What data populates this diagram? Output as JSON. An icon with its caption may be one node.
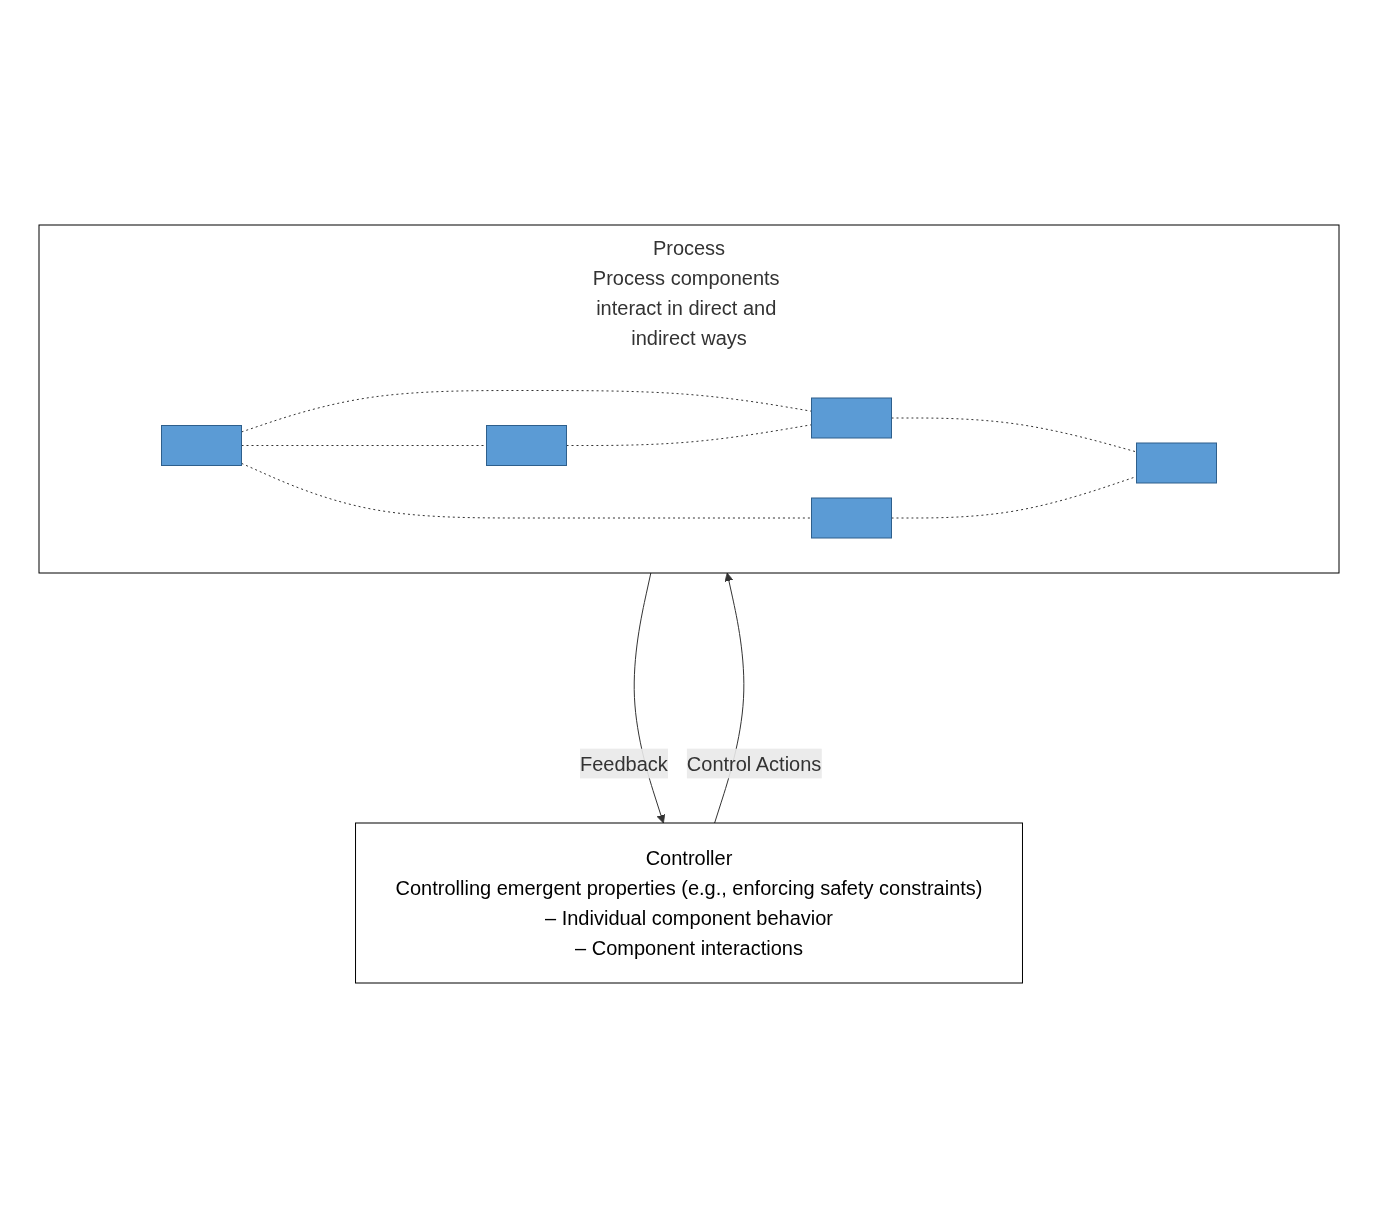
{
  "diagram": {
    "nodes": [
      {
        "text": [
          "Controller",
          "Controlling emergent properties (e.g., enforcing safety constraints)",
          "– Individual component behavior",
          "– Component interactions"
        ]
      },
      {
        "text": [
          "Process",
          "Process components interact in direct and indirect ways"
        ]
      },
      {
        "text": [],
        "shape": "box",
        "in": 1
      },
      {
        "text": [],
        "shape": "box",
        "in": 1
      },
      {
        "text": [],
        "shape": "box",
        "in": 1
      },
      {
        "text": [],
        "shape": "box",
        "in": 1
      },
      {
        "text": [],
        "shape": "box",
        "in": 1
      }
    ],
    "edges": [
      {
        "from": 0,
        "to": 1,
        "arrow": "to",
        "label": "Control Actions"
      },
      {
        "from": 1,
        "to": 0,
        "arrow": "to",
        "label": "Feedback"
      },
      {
        "from": 2,
        "to": 5,
        "arrow": "none",
        "style": "dashed"
      },
      {
        "from": 2,
        "to": 6,
        "arrow": "none",
        "style": "dashed"
      },
      {
        "from": 2,
        "to": 3,
        "arrow": "none",
        "style": "dashed"
      },
      {
        "from": 3,
        "to": 5,
        "arrow": "none",
        "style": "dashed"
      },
      {
        "from": 5,
        "to": 4,
        "arrow": "none",
        "style": "dashed"
      },
      {
        "from": 6,
        "to": 4,
        "arrow": "none",
        "style": "dashed"
      }
    ]
  }
}
